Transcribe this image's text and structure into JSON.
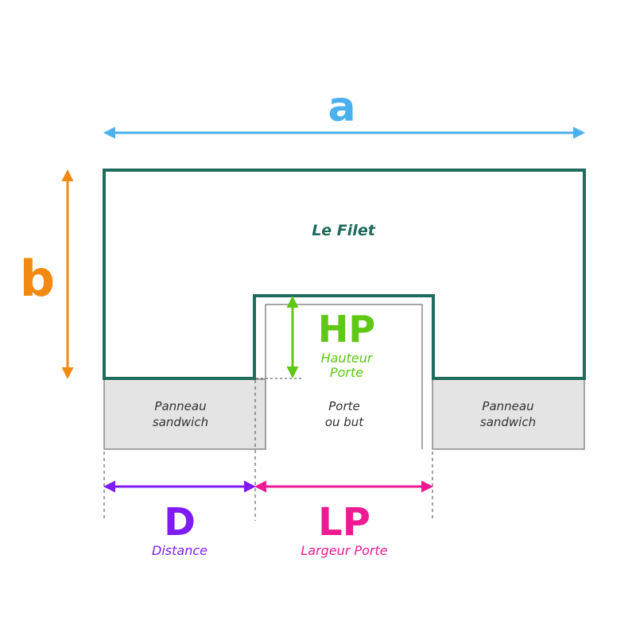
{
  "colors": {
    "frame": "#1f6b5c",
    "a": "#4ab0ee",
    "b": "#f28a12",
    "hp": "#5ec814",
    "d": "#7f1cf5",
    "lp": "#ee1a93",
    "panel_fill": "#e4e4e4",
    "panel_stroke": "#8a8a8a",
    "dash": "#444444",
    "panel_text": "#333333"
  },
  "labels": {
    "a": "a",
    "b": "b",
    "filet": "Le Filet",
    "hp": "HP",
    "hp_sub_1": "Hauteur",
    "hp_sub_2": "Porte",
    "panel_left_1": "Panneau",
    "panel_left_2": "sandwich",
    "door_1": "Porte",
    "door_2": "ou but",
    "panel_right_1": "Panneau",
    "panel_right_2": "sandwich",
    "d": "D",
    "d_sub": "Distance",
    "lp": "LP",
    "lp_sub": "Largeur Porte"
  }
}
